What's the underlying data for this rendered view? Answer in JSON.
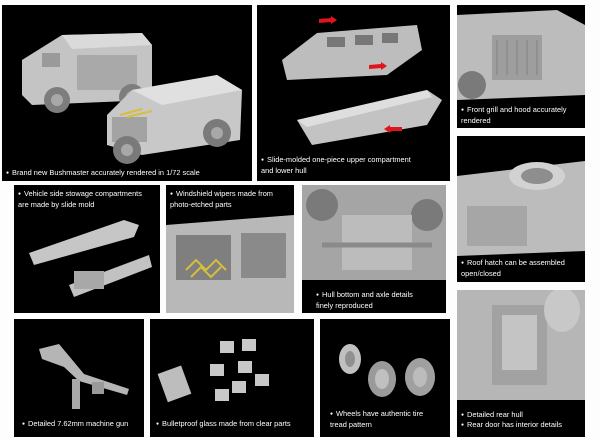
{
  "panels": [
    {
      "id": "p1",
      "lines": [
        "Brand new Bushmaster accurately rendered in 1/72 scale"
      ]
    },
    {
      "id": "p2",
      "lines": [
        "Slide-molded one-piece upper compartment",
        "and lower hull"
      ]
    },
    {
      "id": "p3",
      "lines": [
        "Front grill and hood accurately",
        "rendered"
      ]
    },
    {
      "id": "p4",
      "lines": [
        "Vehicle side stowage compartments",
        "are made by slide mold"
      ]
    },
    {
      "id": "p5",
      "lines": [
        "Windshield wipers made from",
        "photo-etched parts"
      ]
    },
    {
      "id": "p6",
      "lines": [
        "Hull bottom and axle details",
        "finely reproduced"
      ]
    },
    {
      "id": "p7",
      "lines": [
        "Roof hatch can be assembled",
        "open/closed"
      ]
    },
    {
      "id": "p8",
      "lines": [
        "Detailed 7.62mm machine gun"
      ]
    },
    {
      "id": "p9",
      "lines": [
        "Bulletproof glass made from clear parts"
      ]
    },
    {
      "id": "p10",
      "lines": [
        "Wheels have authentic tire",
        "tread pattern"
      ]
    },
    {
      "id": "p11",
      "lines": [
        "Detailed rear hull"
      ],
      "extra": "Rear door has interior details"
    }
  ],
  "colors": {
    "panel_bg": "#000000",
    "plastic": "#b9b9b9",
    "plastic_dark": "#8a8a8a",
    "etch": "#d6bf3a",
    "arrow": "#e0141b"
  }
}
